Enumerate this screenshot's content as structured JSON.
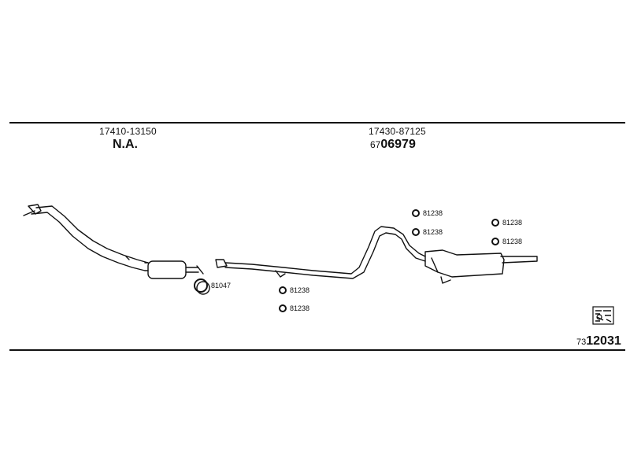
{
  "header": {
    "section1": {
      "oem_number": "17410-13150",
      "part_label": "N.A."
    },
    "section2": {
      "oem_number": "17430-87125",
      "part_prefix": "67",
      "part_main": "06979"
    }
  },
  "fittings": {
    "clamp_front": "81047",
    "rings_mid_1": "81238",
    "rings_mid_2": "81238",
    "rings_rear_left_1": "81238",
    "rings_rear_left_2": "81238",
    "rings_rear_right_1": "81238",
    "rings_rear_right_2": "81238"
  },
  "footer": {
    "code_prefix": "73",
    "code_main": "12031"
  },
  "icons": {
    "exhaust_system": "exhaust-pipe-icon",
    "catalog_logo": "catalog-logo-icon",
    "ring": "rubber-ring-icon"
  }
}
